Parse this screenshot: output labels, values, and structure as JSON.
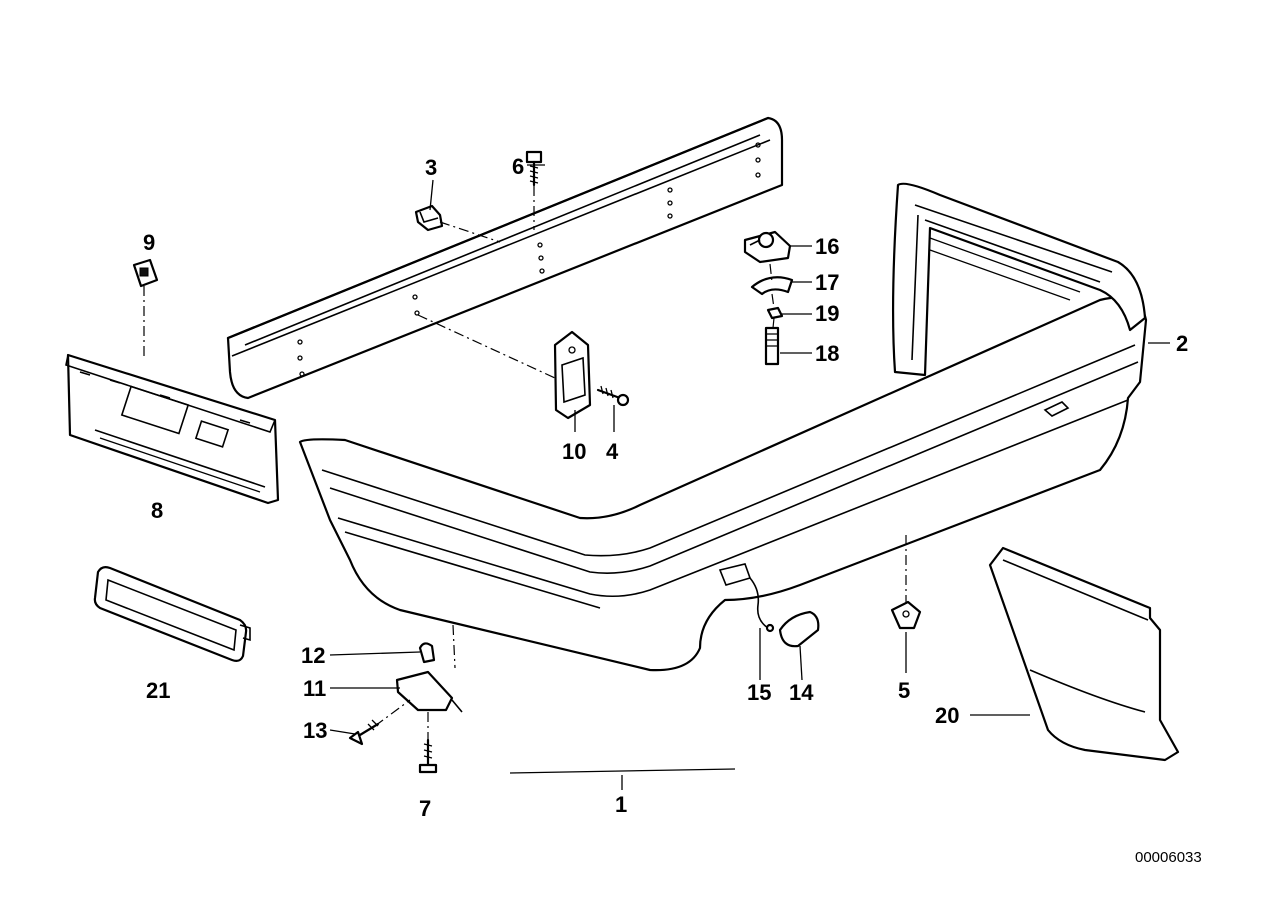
{
  "callouts": {
    "c1": "1",
    "c2": "2",
    "c3": "3",
    "c4": "4",
    "c5": "5",
    "c6": "6",
    "c7": "7",
    "c8": "8",
    "c9": "9",
    "c10": "10",
    "c11": "11",
    "c12": "12",
    "c13": "13",
    "c14": "14",
    "c15": "15",
    "c16": "16",
    "c17": "17",
    "c18": "18",
    "c19": "19",
    "c20": "20",
    "c21": "21"
  },
  "document_number": "00006033",
  "line_color": "#000000",
  "background_color": "#ffffff"
}
